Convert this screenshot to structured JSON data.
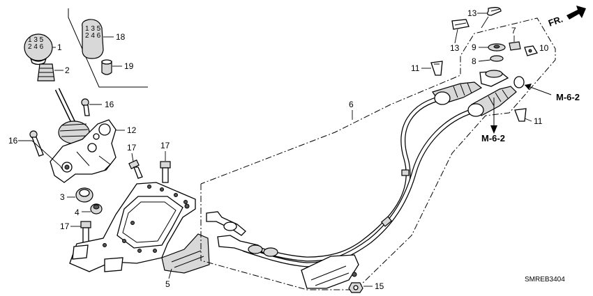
{
  "diagram": {
    "callouts": {
      "c1": "1",
      "c2": "2",
      "c3": "3",
      "c4": "4",
      "c5": "5",
      "c6": "6",
      "c7": "7",
      "c8": "8",
      "c9": "9",
      "c10": "10",
      "c11a": "11",
      "c11b": "11",
      "c12": "12",
      "c13a": "13",
      "c13b": "13",
      "c15": "15",
      "c16a": "16",
      "c16b": "16",
      "c17a": "17",
      "c17b": "17",
      "c17c": "17",
      "c18": "18",
      "c19": "19"
    },
    "refs": {
      "m62_right": "M-6-2",
      "m62_bottom": "M-6-2"
    },
    "front_marker": "FR.",
    "diagram_code": "SMREB3404"
  }
}
